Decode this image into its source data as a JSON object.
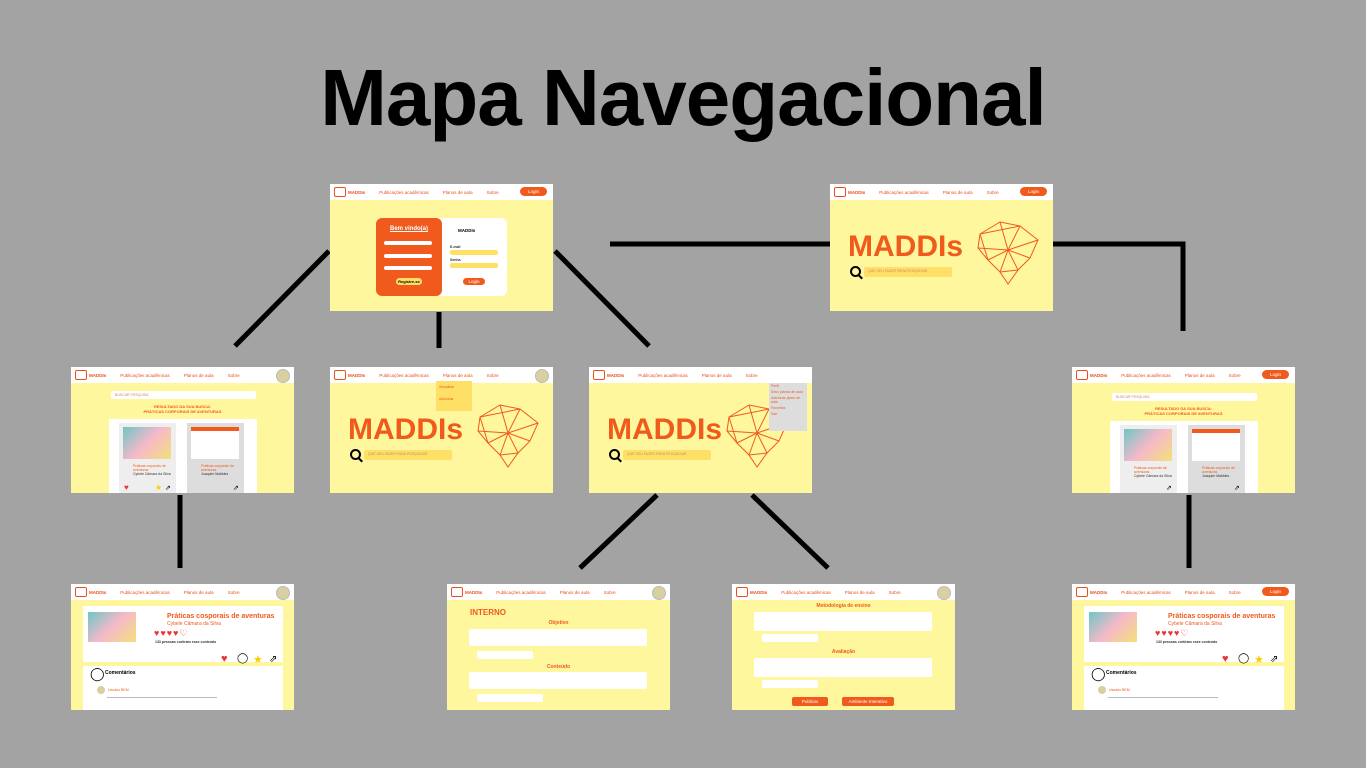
{
  "title": "Mapa Navegacional",
  "nav": {
    "logo": "MADDIs",
    "item1": "Publicações acadêmicas",
    "item2": "Planos de aula",
    "item3": "Sobre",
    "login": "Login"
  },
  "login_screen": {
    "welcome": "Bem vindo(a)",
    "register": "Registre-se",
    "email": "E-mail",
    "password": "Senha",
    "login_btn": "Login",
    "brand": "MADDIs"
  },
  "home": {
    "brand": "MADDIs",
    "search_placeholder": "QUE SEU FAZER PARA PESQUISAR"
  },
  "dropdown_plans": {
    "items": [
      "Visualizar",
      "Adicionar"
    ]
  },
  "dropdown_user": {
    "items": [
      "Perfil",
      "Seus planos de aula",
      "Adicionar plano de aula",
      "Favoritos",
      "Sair"
    ]
  },
  "results": {
    "search_placeholder": "BUSCAR PESQUISA",
    "heading": "RESULTADO DA SUA BUSCA:",
    "subheading": "PRÁTICAS CORPORAIS DE AVENTURAS",
    "card1_title": "Práticas corporais de aventuras",
    "card1_author": "Cybele Câmara da Silva",
    "card2_title": "Práticas corporais de aventuras",
    "card2_author": "Joaquim Matildes"
  },
  "detail": {
    "title": "Práticas cosporais de aventuras",
    "author": "Cybele Câmara da Silva",
    "likes": "133 pessoas curtiram esse conteúdo",
    "comments": "Comentários",
    "user": "Usuário BEM"
  },
  "form1": {
    "heading": "INTERNO",
    "objective": "Objetivo",
    "content": "Conteúdo"
  },
  "form2": {
    "method": "Metodologia de ensino",
    "evaluation": "Avaliação",
    "publish": "Publicar",
    "interactive": "Ambiente Interativo"
  },
  "colors": {
    "background": "#a3a3a3",
    "screen": "#fff79e",
    "accent": "#f05a1c",
    "yellow": "#ffe066"
  }
}
